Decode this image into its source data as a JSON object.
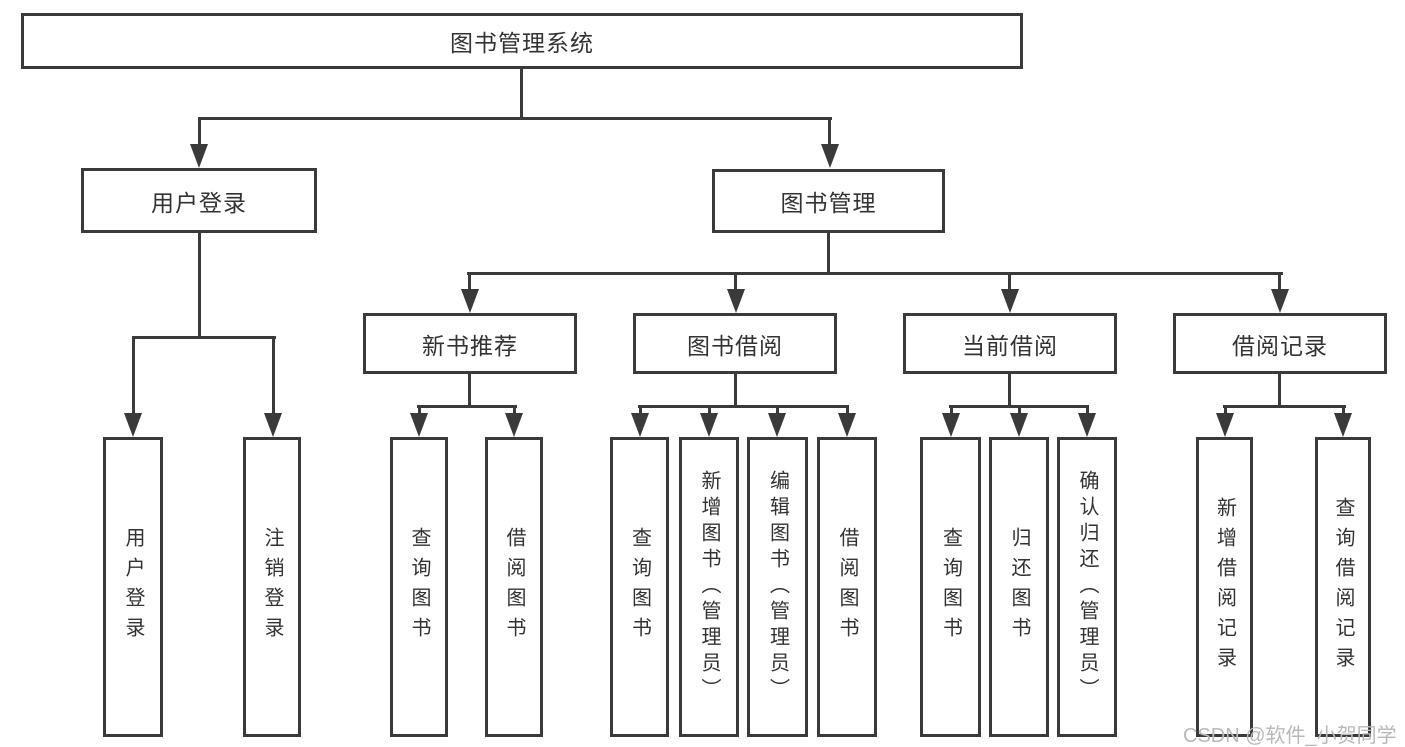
{
  "colors": {
    "line": "#3a3a3a",
    "text": "#333333",
    "watermark": "#b9b9b9"
  },
  "root": {
    "label": "图书管理系统"
  },
  "branches": [
    {
      "label": "用户登录",
      "children": [
        {
          "label": "用户登录"
        },
        {
          "label": "注销登录"
        }
      ]
    },
    {
      "label": "图书管理",
      "children": [
        {
          "label": "新书推荐",
          "children": [
            {
              "label": "查询图书"
            },
            {
              "label": "借阅图书"
            }
          ]
        },
        {
          "label": "图书借阅",
          "children": [
            {
              "label": "查询图书"
            },
            {
              "label": "新增图书（管理员）"
            },
            {
              "label": "编辑图书（管理员）"
            },
            {
              "label": "借阅图书"
            }
          ]
        },
        {
          "label": "当前借阅",
          "children": [
            {
              "label": "查询图书"
            },
            {
              "label": "归还图书"
            },
            {
              "label": "确认归还（管理员）"
            }
          ]
        },
        {
          "label": "借阅记录",
          "children": [
            {
              "label": "新增借阅记录"
            },
            {
              "label": "查询借阅记录"
            }
          ]
        }
      ]
    }
  ],
  "watermark": "CSDN @软件_小贺同学"
}
